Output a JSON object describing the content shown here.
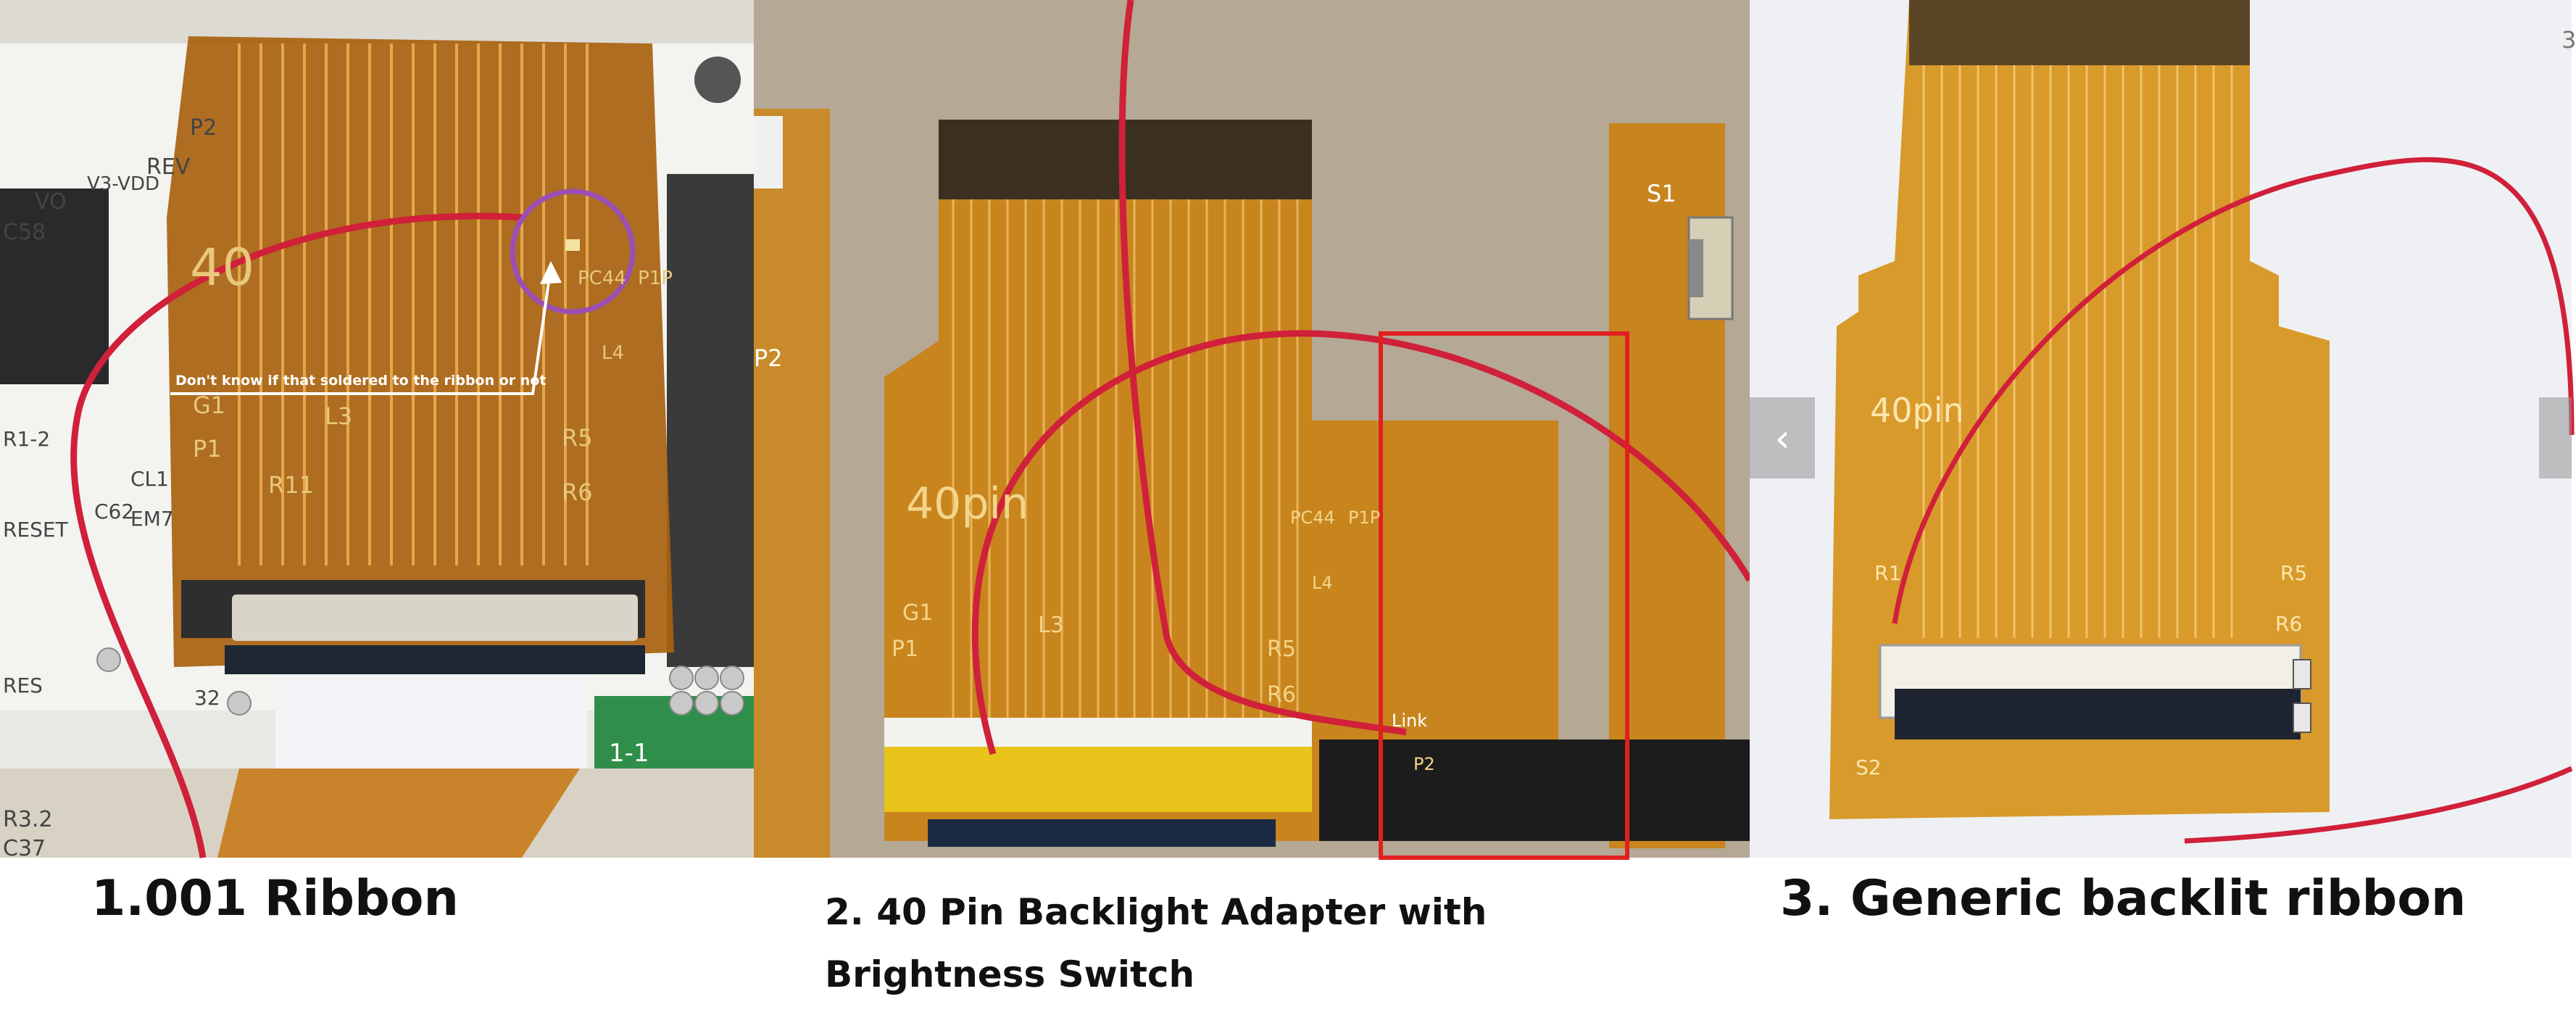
{
  "captions": {
    "ribbon_001": "1.001 Ribbon",
    "adapter_40pin": "2. 40 Pin Backlight Adapter with Brightness Switch",
    "generic": "3. Generic backlit ribbon"
  },
  "photo1": {
    "annotation": "Don't know if that soldered to the ribbon or not",
    "labels": {
      "p2": "P2",
      "rev": "REV",
      "vo": "VO",
      "v3vdd": "V3-VDD",
      "c58": "C58",
      "pc44": "PC44",
      "p1p": "P1P",
      "l4": "L4",
      "g1": "G1",
      "p1": "P1",
      "l3": "L3",
      "r5": "R5",
      "r6": "R6",
      "r11": "R11",
      "c62": "C62",
      "r12": "R1-2",
      "cl1": "CL1",
      "em7": "EM7",
      "n40": "40",
      "reset": "RESET",
      "res": "RES",
      "r32": "R3.2",
      "c37": "C37",
      "lbl11": "1-1",
      "lbl32": "32"
    }
  },
  "photo2": {
    "labels": {
      "s1": "S1",
      "n40pin": "40pin",
      "pc44": "PC44",
      "p1p": "P1P",
      "l4": "L4",
      "g1": "G1",
      "p1": "P1",
      "l3": "L3",
      "r5": "R5",
      "r6": "R6",
      "link": "Link",
      "p2": "P2",
      "left_p2": "P2"
    }
  },
  "photo3": {
    "labels": {
      "n40pin": "40pin",
      "r1": "R1",
      "r5": "R5",
      "r6": "R6",
      "s2": "S2"
    }
  },
  "carousel": {
    "prev_label": "‹",
    "next_label": "",
    "edge_char": "3"
  },
  "colors": {
    "flex_amber": "#c8851e",
    "flex_dark": "#9a5e10",
    "trace_gold": "#e8b35a",
    "wire_red": "#d0203a",
    "annotation_purple": "#9b4fb5",
    "highlight_red": "#e02020",
    "cardboard": "#b5a895"
  }
}
